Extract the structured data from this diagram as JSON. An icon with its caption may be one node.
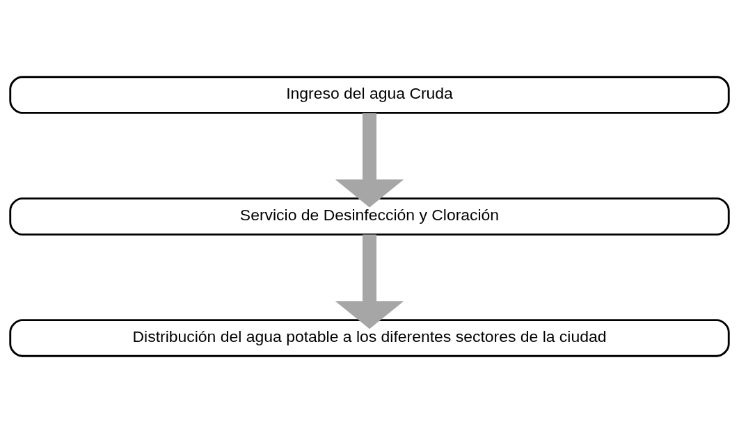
{
  "diagram": {
    "nodes": [
      {
        "text": [
          "Ingreso del agua Cruda"
        ]
      },
      {
        "text": [
          "Servicio de Desinfección y Cloración"
        ]
      },
      {
        "text": [
          "Distribución del agua potable a los diferentes sectores de la ciudad"
        ]
      }
    ],
    "edges": [
      {
        "from": 0,
        "to": 1,
        "arrow": "to"
      },
      {
        "from": 1,
        "to": 2,
        "arrow": "to"
      }
    ]
  }
}
